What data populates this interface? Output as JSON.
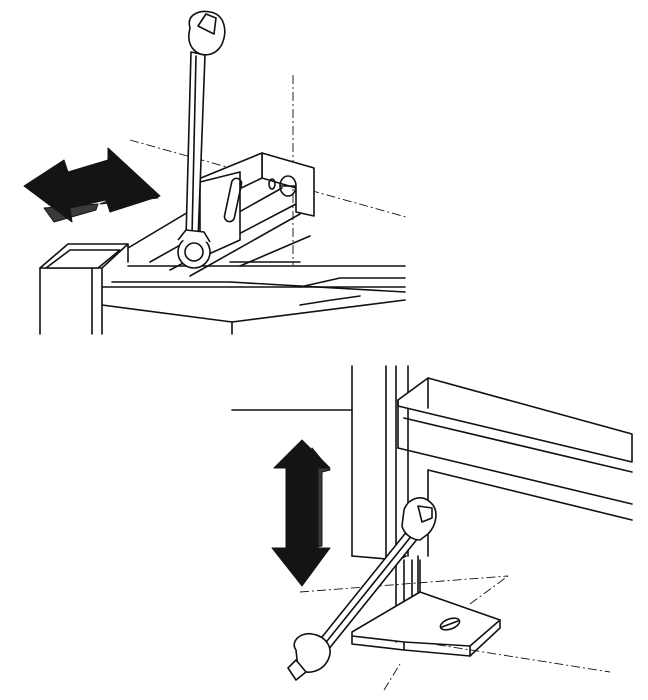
{
  "figure": {
    "panels": [
      {
        "name": "top-panel",
        "adjustment": "horizontal",
        "tool": "open-end-wrench"
      },
      {
        "name": "bottom-panel",
        "adjustment": "vertical",
        "tool": "open-end-wrench"
      }
    ],
    "colors": {
      "line": "#111111",
      "arrow": "#141414",
      "background": "#ffffff"
    },
    "icons": [
      "double-arrow-horizontal-icon",
      "double-arrow-vertical-icon",
      "wrench-icon"
    ]
  }
}
